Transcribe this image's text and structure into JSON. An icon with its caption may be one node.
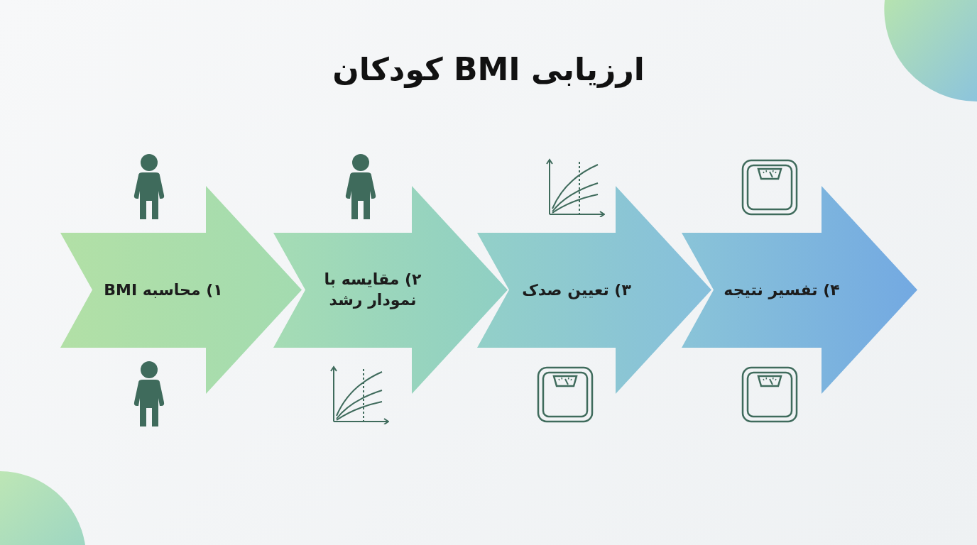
{
  "diagram": {
    "title": "ارزیابی BMI کودکان",
    "nodes": [
      {
        "text": [
          "۱) محاسبه BMI"
        ]
      },
      {
        "text": [
          "۲) مقایسه با نمودار رشد"
        ]
      },
      {
        "text": [
          "۳) تعیین صدک"
        ]
      },
      {
        "text": [
          "۴) تفسیر نتیجه"
        ]
      }
    ]
  }
}
